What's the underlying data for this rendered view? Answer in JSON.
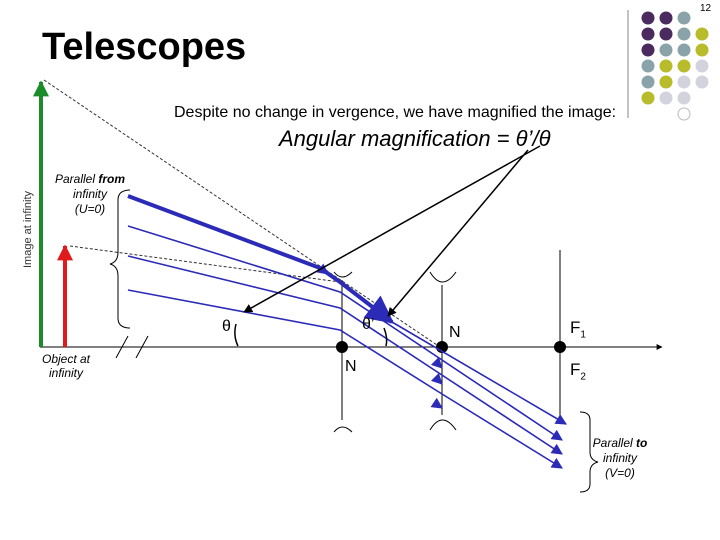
{
  "slide": {
    "page_number": "12",
    "title": "Telescopes",
    "subtitle": "Despite no change in vergence, we have magnified the image:",
    "angular_magnification": "Angular magnification = θ’/θ",
    "image_label": "Image at infinity",
    "parallel_from": {
      "prefix": "Parallel ",
      "bold": "from",
      "line2": "infinity",
      "line3": "(U=0)"
    },
    "object_label": {
      "line1": "Object at",
      "line2": "infinity"
    },
    "parallel_to": {
      "prefix": "Parallel ",
      "bold": "to",
      "line2": "infinity",
      "line3": "(V=0)"
    },
    "labels": {
      "theta": "θ",
      "theta_prime": "θ’",
      "n_lower": "N",
      "n_upper": "N",
      "f1": "F",
      "f1_sub": "1",
      "f2": "F",
      "f2_sub": "2"
    }
  },
  "colors": {
    "ray": "#2b2bb8",
    "image_arrow": "#1a8c2a",
    "object_arrow": "#e01a1a",
    "purple": "#4b2a5f",
    "gray_teal": "#8aa3a8",
    "olive": "#b8bb2a",
    "light_gray": "#d3d3de"
  }
}
